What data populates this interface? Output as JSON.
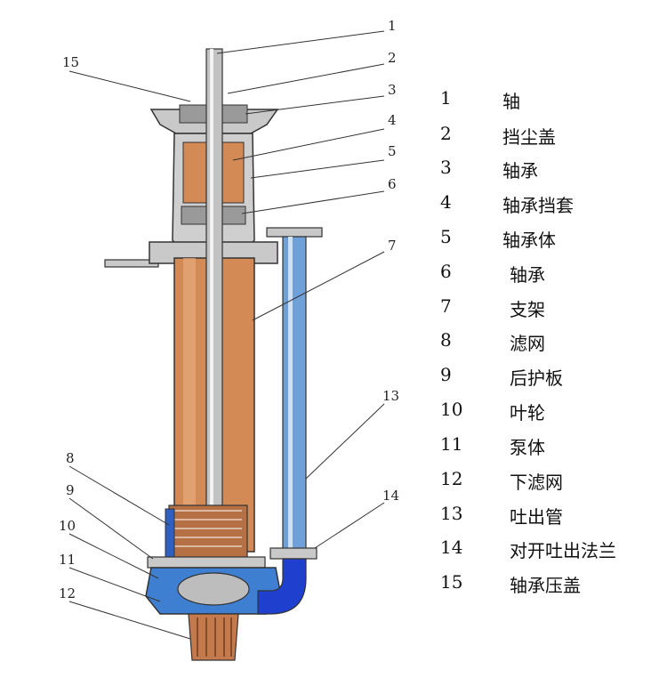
{
  "colors": {
    "casing": "#c9c9c9",
    "copper": "#d38a55",
    "shaft": "#bdbdbd",
    "pipe": "#6fa0d8",
    "pipe_bend": "#1f3fcf",
    "pump": "#3f7fd2",
    "outline": "#333333"
  },
  "legend": [
    {
      "num": "1",
      "name": "轴"
    },
    {
      "num": "2",
      "name": "挡尘盖"
    },
    {
      "num": "3",
      "name": "轴承"
    },
    {
      "num": "4",
      "name": "轴承挡套"
    },
    {
      "num": "5",
      "name": "轴承体"
    },
    {
      "num": "6",
      "name": "轴承"
    },
    {
      "num": "7",
      "name": "支架"
    },
    {
      "num": "8",
      "name": "滤网"
    },
    {
      "num": "9",
      "name": "后护板"
    },
    {
      "num": "10",
      "name": "叶轮"
    },
    {
      "num": "11",
      "name": "泵体"
    },
    {
      "num": "12",
      "name": "下滤网"
    },
    {
      "num": "13",
      "name": "吐出管"
    },
    {
      "num": "14",
      "name": "对开吐出法兰"
    },
    {
      "num": "15",
      "name": "轴承压盖"
    }
  ],
  "callouts": [
    "1",
    "2",
    "3",
    "4",
    "5",
    "6",
    "7",
    "8",
    "9",
    "10",
    "11",
    "12",
    "13",
    "14",
    "15"
  ]
}
